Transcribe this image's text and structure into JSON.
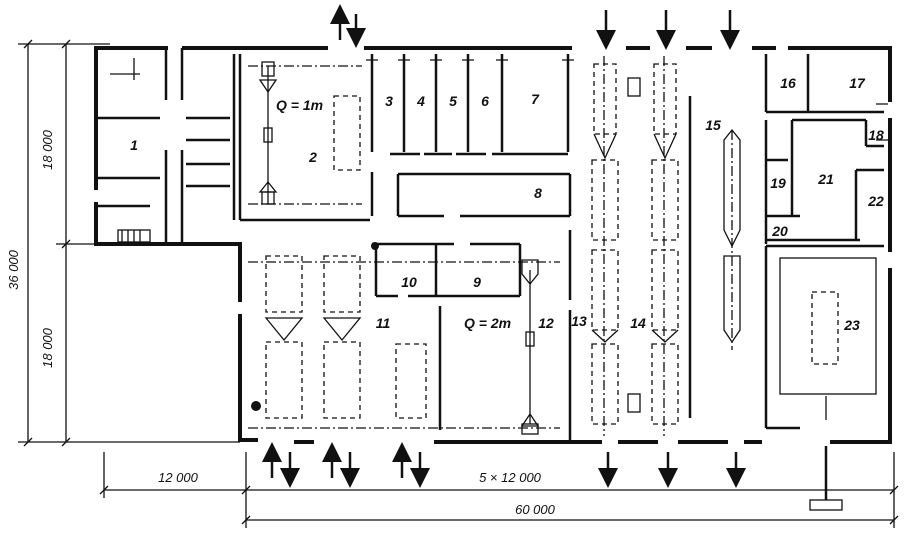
{
  "dimensions": {
    "total_height": "36 000",
    "upper_height": "18 000",
    "lower_height": "18 000",
    "left_width": "12 000",
    "bays": "5 × 12 000",
    "total_width": "60 000"
  },
  "cranes": {
    "crane_1": "Q = 1т",
    "crane_2": "Q = 2т"
  },
  "rooms": [
    "1",
    "2",
    "3",
    "4",
    "5",
    "6",
    "7",
    "8",
    "9",
    "10",
    "11",
    "12",
    "13",
    "14",
    "15",
    "16",
    "17",
    "18",
    "19",
    "20",
    "21",
    "22",
    "23"
  ]
}
